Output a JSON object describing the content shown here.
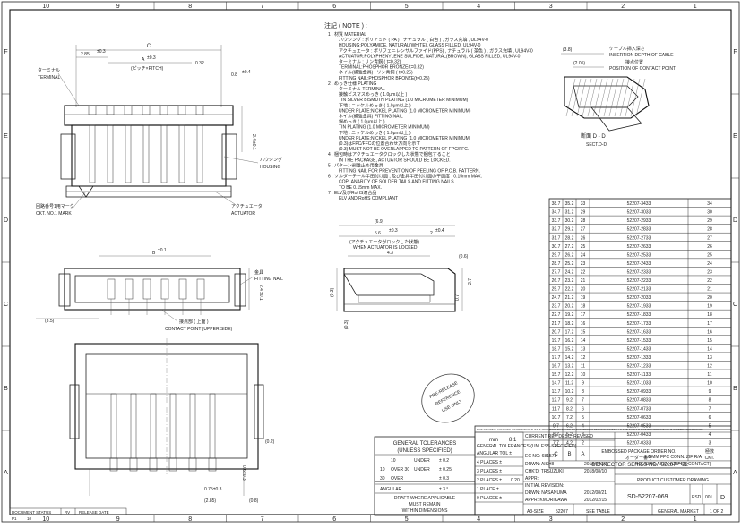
{
  "grid": {
    "columns": [
      "10",
      "9",
      "8",
      "7",
      "6",
      "5",
      "4",
      "3",
      "2",
      "1"
    ],
    "rows": [
      "F",
      "E",
      "D",
      "C",
      "B",
      "A"
    ]
  },
  "notes": {
    "title": "注記 ( NOTE ) :",
    "lines": [
      "1 . 材質 MATERIAL",
      "ハウジング : ポリアミド ( PA ) , ナチュラル ( 白色 ) , ガラス充填 , UL94V-0",
      "HOUSING:POLYAMIDE, NATURAL(WHITE), GLASS FILLED, UL94V-0",
      "アクチュエータ : ポリフェニレンサルファイド(PPS) , ナチュラル ( 茶色 ) , ガラス充填 , UL94V-0",
      "ACTUATOR:POLYPHENYLENE SULFIDE, NATURAL(BROWN), GLASS FILLED, UL94V-0",
      "ターミナル : リン青銅 ( t=0.32)",
      "TERMINAL:PHOSPHOR BRONZE(t=0.32)",
      "ネイル(補強金具) : リン青銅 ( t=0.25)",
      "FITTING NAIL:PHOSPHOR BRONZE(t=0.25)",
      "2 . めっき仕様 PLATING",
      "ターミナル TERMINAL",
      "接触ビスマスめっき ( 1.0μm以上 )",
      "TIN SILVER BISMUTH PLATING (1.0 MICROMETER MINIMUM)",
      "下地 : ニッケルめっき ( 1.0μm以上 )",
      "UNDER PLATE:NICKEL PLATING (1.0 MICROMETER MINIMUM)",
      "ネイル(補強金具) FITTING NAIL",
      "錫めっき ( 1.0μm以上 )",
      "TIN PLATING (1.0 MICROMETER MINIMUM)",
      "下地 : ニッケルめっき ( 1.0μm以上 )",
      "UNDER PLATE:NICKEL PLATING (1.0 MICROMETER MINIMUM",
      "(0.3)はFPC/FFCの位置合わせ方向を示す",
      "(0.3) MUST NOT BE OVERLAPPED TO PATTERN OF FPC/FFC.",
      "4 . 梱包時はアクチュエータクロックした状態で梱包すること",
      "IN THE PACKAGE, ACTUATOR SHOULD BE LOCKED.",
      "5 . パターン剥離止め用金具",
      "FITTING NAIL FOR PREVENTION OF PEELING OF P.C.B. PATTERN.",
      "6 . ソルダーテール半田付け面 , 及び金具半田付け面の平面度 : 0.15mm MAX.",
      "COPLANARITY OF SOLDER TAILS AND FITTING NAILS",
      "TO BE 0.15mm MAX.",
      "7 . ELV及びRoHS適合品",
      "ELV AND RoHS COMPLIANT"
    ]
  },
  "labels": {
    "terminal_jp": "ターミナル",
    "terminal_en": "TERMINAL",
    "housing_jp": "ハウジング",
    "housing_en": "HOUSING",
    "ckt_jp": "回路番号1用マーク",
    "ckt_en": "CKT. NO.1 MARK",
    "actuator_jp": "アクチュエータ",
    "actuator_en": "ACTUATOR",
    "nail_jp": "金具",
    "nail_en": "FITTING NAIL",
    "contact_jp": "接点部 ( 上面 )",
    "contact_en": "CONTACT POINT (UPPER SIDE)",
    "cable_jp": "ケーブル挿入深さ",
    "cable_en": "INSERTION DEPTH OF CABLE",
    "contact_pos_jp": "接点位置",
    "contact_pos_en": "POSITION OF CONTACT POINT",
    "section_jp": "断面 D - D",
    "section_en": "SECT.D-D",
    "locked_jp": "(アクチュエータがロックした状態)",
    "locked_en": "WHEN ACTUATOR IS LOCKED",
    "pitch_jp": "(ピッチ×PITCH)",
    "stamp_line1": "PRE-RELEASE",
    "stamp_line2": "REFERENCE",
    "stamp_line3": "USE ONLY"
  },
  "dims": {
    "c": "C",
    "d_285": "2.85",
    "d_285_tol": "±0.3",
    "a": "A",
    "a_tol": "±0.3",
    "d_032": "0.32",
    "d_08": "0.8",
    "d_08_tol": "±0.4",
    "d_24": "2.4",
    "d_24_tol": "±0.1",
    "b": "B",
    "b_tol": "±0.1",
    "d_35": "(3.5)",
    "d_24b": "2.4",
    "d_24b_tol": "±0.1",
    "d_69": "(6.9)",
    "d_56": "5.6",
    "d_56_tol": "±0.3",
    "d_2": "2",
    "d_2_tol": "±0.4",
    "d_43": "4.3",
    "d_06": "(0.6)",
    "d_03": "(0.3)",
    "d_03b": "(0.3)",
    "d_07": "0.7",
    "d_27": "2.7",
    "d_38": "(3.8)",
    "d_205": "(2.05)",
    "d_02": "(0.2)",
    "d_06b": "0.6±0.3",
    "d_075": "0.75±0.3",
    "d_285b": "(2.85)",
    "d_08b": "(0.8)"
  },
  "table": {
    "rows": [
      [
        "38.7",
        "35.2",
        "33",
        "52207-3433",
        "34"
      ],
      [
        "34.7",
        "31.2",
        "29",
        "52207-3033",
        "30"
      ],
      [
        "33.7",
        "30.2",
        "28",
        "52207-2933",
        "29"
      ],
      [
        "32.7",
        "29.2",
        "27",
        "52207-2833",
        "28"
      ],
      [
        "31.7",
        "28.2",
        "26",
        "52207-2733",
        "27"
      ],
      [
        "30.7",
        "27.2",
        "25",
        "52207-2633",
        "26"
      ],
      [
        "29.7",
        "26.2",
        "24",
        "52207-2533",
        "25"
      ],
      [
        "28.7",
        "25.2",
        "23",
        "52207-2433",
        "24"
      ],
      [
        "27.7",
        "24.2",
        "22",
        "52207-2333",
        "23"
      ],
      [
        "26.7",
        "23.2",
        "21",
        "52207-2233",
        "22"
      ],
      [
        "25.7",
        "22.2",
        "20",
        "52207-2133",
        "21"
      ],
      [
        "24.7",
        "21.2",
        "19",
        "52207-2033",
        "20"
      ],
      [
        "23.7",
        "20.2",
        "18",
        "52207-1933",
        "19"
      ],
      [
        "22.7",
        "19.2",
        "17",
        "52207-1833",
        "18"
      ],
      [
        "21.7",
        "18.2",
        "16",
        "52207-1733",
        "17"
      ],
      [
        "20.7",
        "17.2",
        "15",
        "52207-1633",
        "16"
      ],
      [
        "19.7",
        "16.2",
        "14",
        "52207-1533",
        "15"
      ],
      [
        "18.7",
        "15.2",
        "13",
        "52207-1433",
        "14"
      ],
      [
        "17.7",
        "14.2",
        "12",
        "52207-1333",
        "13"
      ],
      [
        "16.7",
        "13.2",
        "11",
        "52207-1233",
        "12"
      ],
      [
        "15.7",
        "12.2",
        "10",
        "52207-1133",
        "11"
      ],
      [
        "14.7",
        "11.2",
        "9",
        "52207-1033",
        "10"
      ],
      [
        "13.7",
        "10.2",
        "8",
        "52207-0933",
        "9"
      ],
      [
        "12.7",
        "9.2",
        "7",
        "52207-0833",
        "8"
      ],
      [
        "11.7",
        "8.2",
        "6",
        "52207-0733",
        "7"
      ],
      [
        "10.7",
        "7.2",
        "5",
        "52207-0633",
        "6"
      ],
      [
        "9.7",
        "6.2",
        "4",
        "52207-0533",
        "5"
      ],
      [
        "8.7",
        "5.2",
        "3",
        "52207-0433",
        "4"
      ],
      [
        "7.7",
        "4.2",
        "2",
        "52207-0333",
        "3"
      ]
    ],
    "header": {
      "c": "C",
      "b": "B",
      "a": "A",
      "order_en": "EMBOSSED PACKAGE ORDER NO.",
      "order_jp": "オーダー番号",
      "ckt_jp": "極数",
      "ckt_en": "CKT."
    },
    "series": "CONNECTOR SERIES NO.: 52207-**22"
  },
  "tolerances": {
    "title1": "GENERAL TOLERANCES",
    "title2": "(UNLESS SPECIFIED)",
    "rows": [
      {
        "from": "",
        "mid": "10",
        "to": "UNDER",
        "tol": "± 0.2"
      },
      {
        "from": "10",
        "mid": "OVER 30",
        "to": "UNDER",
        "tol": "± 0.25"
      },
      {
        "from": "30",
        "mid": "OVER",
        "to": "",
        "tol": "± 0.3"
      }
    ],
    "angular": "ANGULAR",
    "angular_tol": "± 3 °",
    "draft1": "DRAFT WHERE APPLICABLE",
    "draft2": "MUST REMAIN",
    "draft3": "WITHIN DIMENSIONS"
  },
  "titleblock": {
    "disclaimer": "THIS DRAWING CONTAINS INFORMATION THAT IS PROPRIETARY TO MOLEX ELECTRONIC TECHNOLOGIES, LLC AND SHOULD NOT BE USED WITHOUT WRITTEN PERMISSION",
    "units": "mm",
    "scale": "8:1",
    "current_rev": "CURRENT REV DESC: REVISED",
    "ec_no": "EC NO:  681573",
    "drwn": "DRWN:  AISHII",
    "drwn_date": "2018/07/17",
    "chkd": "CHK'D:  TRSUZUKI",
    "chkd_date": "2018/08/10",
    "appr": "APPR:",
    "initial_rev": "INITIAL REVISION:",
    "drwn2": "DRWN:  NASANUMA",
    "drwn2_date": "2012/08/21",
    "appr2": "APPR:  KMORIKAWA",
    "appr2_date": "2012/02/15",
    "product_line1": "1.0 MM FPC CONN. ZIF R/A",
    "product_line2": "HOUSING ASSY (UPPER CONTACT)",
    "customer_drawing": "PRODUCT CUSTOMER DRAWING",
    "doc_number": "SD-52207-069",
    "doc_type": "PSD",
    "doc_part": "001",
    "revision": "D",
    "size": "A3-SIZE",
    "series": "52207",
    "material": "SEE TABLE",
    "general_market": "GENERAL MARKET",
    "sheet": "1 OF 2",
    "doc_status": "DOCUMENT STATUS",
    "rv": "RV",
    "release_date": "RELEASE DATE",
    "status_value": "P1",
    "rv_value": "10"
  },
  "places": {
    "title": "GENERAL TOLERANCES (UNLESS SPECIFIED)",
    "rows": [
      "ANGULAR TOL ±",
      "4 PLACES ±",
      "3 PLACES ±",
      "2 PLACES ±",
      "1 PLACE ±",
      "0 PLACES ±"
    ],
    "vals": [
      "",
      "",
      "",
      "0.20",
      "",
      ""
    ]
  }
}
